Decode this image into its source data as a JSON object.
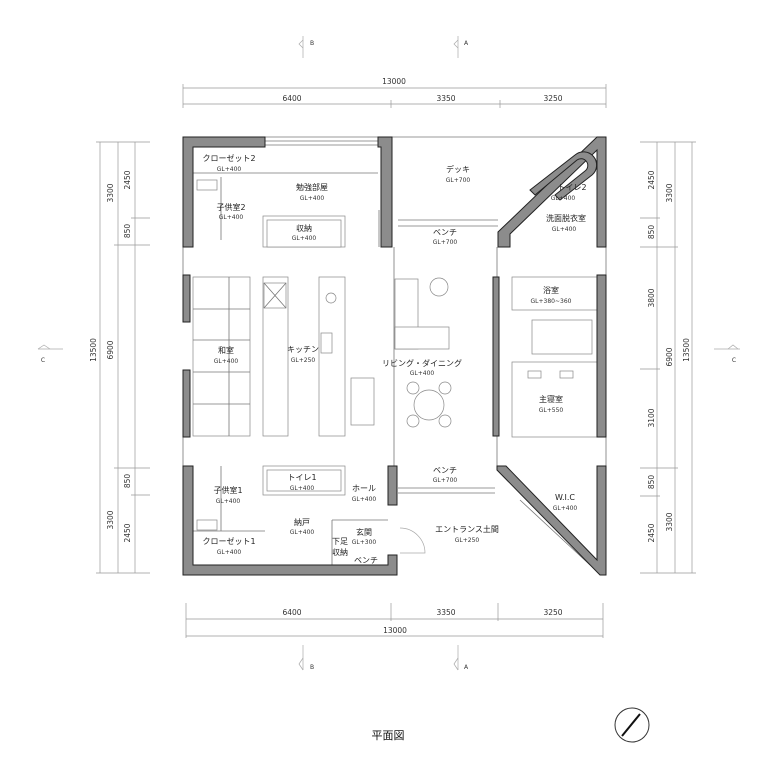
{
  "drawing_title": "平面図",
  "section_markers": {
    "a": "A",
    "b": "B",
    "c": "C"
  },
  "dimensions": {
    "horizontal_total": "13000",
    "horizontal": [
      "6400",
      "3350",
      "3250"
    ],
    "vertical_total": "13500",
    "left_outer": [
      "3300",
      "6900",
      "3300"
    ],
    "left_inner": [
      "2450",
      "850",
      "850",
      "2450"
    ],
    "right_inner": [
      "2450",
      "850",
      "3800",
      "3100",
      "850",
      "2450"
    ],
    "right_outer": [
      "3300",
      "6900",
      "3300"
    ]
  },
  "rooms": {
    "closet2": {
      "name": "クローゼット2",
      "level": "GL+400"
    },
    "study": {
      "name": "勉強部屋",
      "level": "GL+400"
    },
    "child2": {
      "name": "子供室2",
      "level": "GL+400"
    },
    "storage": {
      "name": "収納",
      "level": "GL+400"
    },
    "deck": {
      "name": "デッキ",
      "level": "GL+700"
    },
    "toilet2": {
      "name": "トイレ2",
      "level": "GL+400"
    },
    "washroom": {
      "name": "洗面脱衣室",
      "level": "GL+400"
    },
    "bench_top": {
      "name": "ベンチ",
      "level": "GL+700"
    },
    "bath": {
      "name": "浴室",
      "level": "GL+380~360"
    },
    "washitsu": {
      "name": "和室",
      "level": "GL+400"
    },
    "kitchen": {
      "name": "キッチン",
      "level": "GL+250"
    },
    "living": {
      "name": "リビング・ダイニング",
      "level": "GL+400"
    },
    "master": {
      "name": "主寝室",
      "level": "GL+550"
    },
    "toilet1": {
      "name": "トイレ1",
      "level": "GL+400"
    },
    "child1": {
      "name": "子供室1",
      "level": "GL+400"
    },
    "hall": {
      "name": "ホール",
      "level": "GL+400"
    },
    "bench_mid": {
      "name": "ベンチ",
      "level": "GL+700"
    },
    "wic": {
      "name": "W.I.C",
      "level": "GL+400"
    },
    "nando": {
      "name": "納戸",
      "level": "GL+400"
    },
    "genkan": {
      "name": "玄関",
      "level": "GL+300"
    },
    "shoe_storage": {
      "line1": "下足",
      "line2": "収納"
    },
    "entrance": {
      "name": "エントランス土間",
      "level": "GL+250"
    },
    "closet1": {
      "name": "クローゼット1",
      "level": "GL+400"
    },
    "bench_entry": {
      "name": "ベンチ"
    }
  }
}
